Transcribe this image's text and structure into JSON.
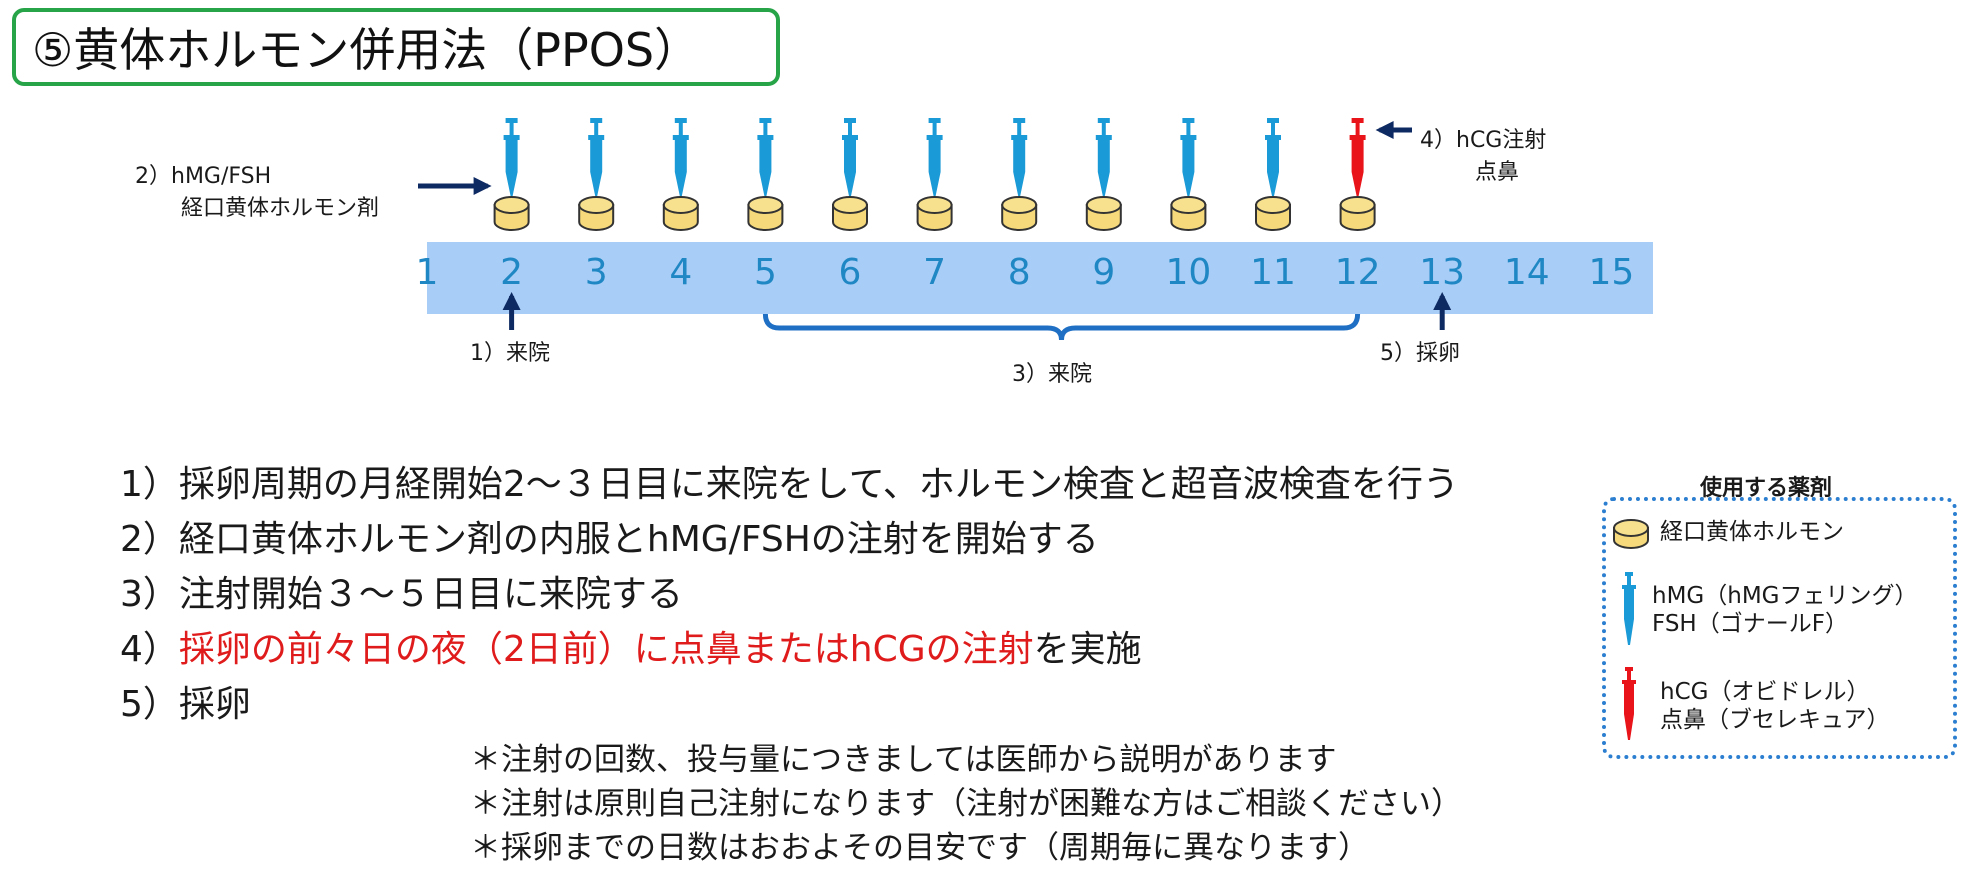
{
  "title": "⑤黄体ホルモン併用法（PPOS）",
  "labels": {
    "hmg_fsh_line1": "2）hMG/FSH",
    "hmg_fsh_line2": "経口黄体ホルモン剤",
    "hcg_line1": "4）hCG注射",
    "hcg_line2": "点鼻",
    "visit1": "1）来院",
    "visit3": "3）来院",
    "retrieval": "5）採卵"
  },
  "timeline": {
    "days": [
      "1",
      "2",
      "3",
      "4",
      "5",
      "6",
      "7",
      "8",
      "9",
      "10",
      "11",
      "12",
      "13",
      "14",
      "15"
    ],
    "pill_days": [
      2,
      3,
      4,
      5,
      6,
      7,
      8,
      9,
      10,
      11,
      12
    ],
    "hmg_injection_days": [
      2,
      3,
      4,
      5,
      6,
      7,
      8,
      9,
      10,
      11
    ],
    "hcg_injection_day": 12,
    "visit_day": 2,
    "visit_range": [
      5,
      12
    ],
    "retrieval_day": 13
  },
  "steps": [
    {
      "prefix": "1）採卵周期の月経開始2〜３日目に来院をして、ホルモン検査と超音波検査を行う",
      "highlight": "",
      "suffix": ""
    },
    {
      "prefix": "2）経口黄体ホルモン剤の内服とhMG/FSHの注射を開始する",
      "highlight": "",
      "suffix": ""
    },
    {
      "prefix": "3）注射開始３〜５日目に来院する",
      "highlight": "",
      "suffix": ""
    },
    {
      "prefix": "4）",
      "highlight": "採卵の前々日の夜（2日前）に点鼻またはhCGの注射",
      "suffix": "を実施"
    },
    {
      "prefix": "5）採卵",
      "highlight": "",
      "suffix": ""
    }
  ],
  "notes": [
    "＊注射の回数、投与量につきましては医師から説明があります",
    "＊注射は原則自己注射になります（注射が困難な方はご相談ください）",
    "＊採卵までの日数はおおよその目安です（周期毎に異なります）"
  ],
  "legend": {
    "title": "使用する薬剤",
    "pill_label": "経口黄体ホルモン",
    "hmg_line1": "hMG（hMGフェリング）",
    "hmg_line2": "FSH（ゴナールF）",
    "hcg_line1": "hCG（オビドレル）",
    "hcg_line2": "点鼻（ブセレキュア）"
  },
  "colors": {
    "title_border": "#27a348",
    "timeline_band": "#a8cdf6",
    "day_number": "#1f87c4",
    "syringe_blue": "#1a9ad6",
    "syringe_red": "#e8141a",
    "pill_fill": "#f5d97a",
    "arrow": "#0e2a63",
    "bracket": "#1f6fc4",
    "highlight_text": "#e01b1b",
    "legend_border": "#2c7fd0"
  },
  "icons": [
    "syringe-icon",
    "pill-icon",
    "arrow-right-icon",
    "arrow-left-icon",
    "arrow-up-icon"
  ]
}
